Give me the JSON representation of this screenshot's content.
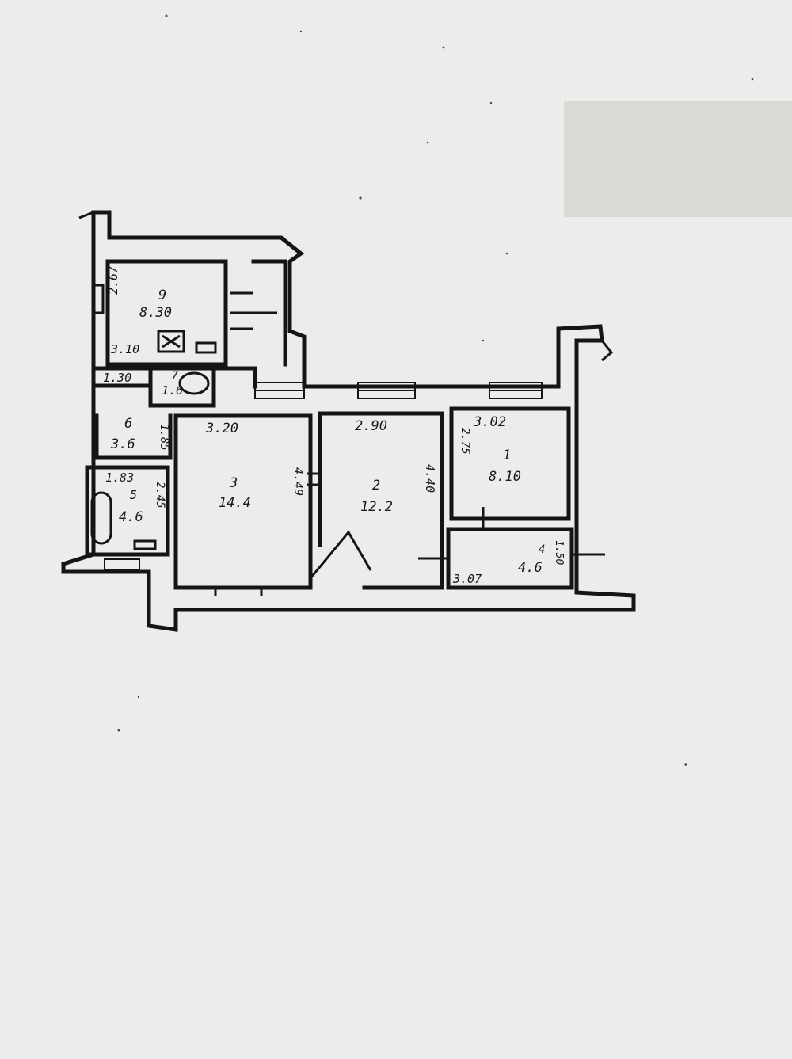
{
  "rooms": [
    {
      "id": "kitchen",
      "number": "9",
      "area": "8.30",
      "dims": [
        "2.67",
        "3.10"
      ]
    },
    {
      "id": "wc",
      "number": "7",
      "area": "1.6",
      "dims": [
        "1.30"
      ]
    },
    {
      "id": "hall-small",
      "number": "6",
      "area": "3.6",
      "dims": [
        "1.85"
      ]
    },
    {
      "id": "bathroom",
      "number": "5",
      "area": "4.6",
      "dims": [
        "1.83",
        "2.45"
      ]
    },
    {
      "id": "living-3",
      "number": "3",
      "area": "14.4",
      "dims": [
        "3.20",
        "4.49"
      ]
    },
    {
      "id": "living-2",
      "number": "2",
      "area": "12.2",
      "dims": [
        "2.90",
        "4.40"
      ]
    },
    {
      "id": "bedroom-1",
      "number": "1",
      "area": "8.10",
      "dims": [
        "3.02",
        "2.75"
      ]
    },
    {
      "id": "corridor-4",
      "number": "4",
      "area": "4.6",
      "dims": [
        "3.07",
        "1.50"
      ]
    }
  ],
  "colors": {
    "paper": "#ecedeb",
    "ink": "#151515",
    "scan_gray": "#d7d7d4"
  }
}
